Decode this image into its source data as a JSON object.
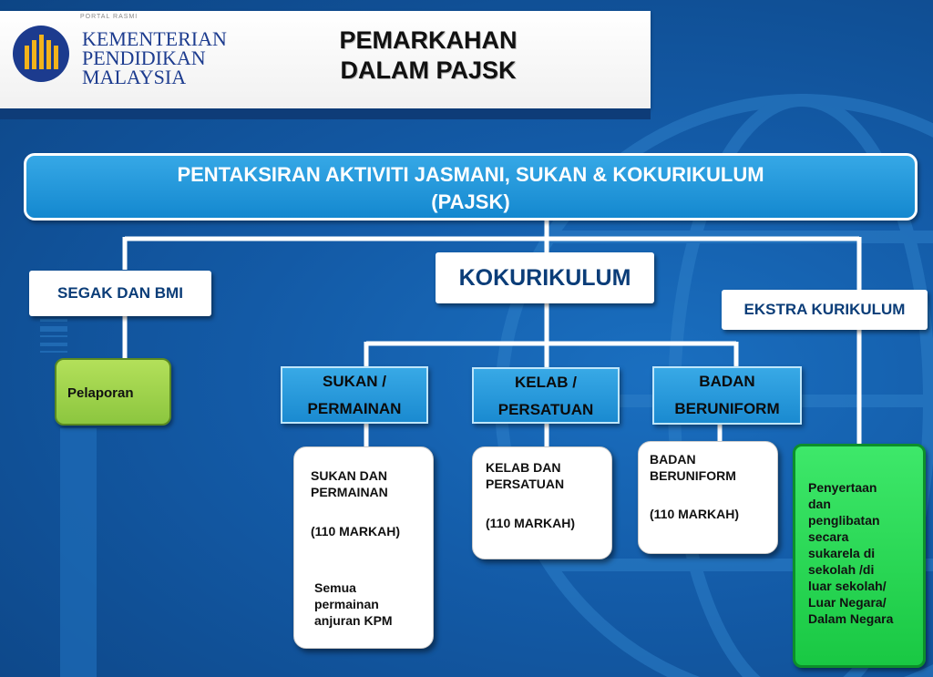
{
  "header": {
    "logo_tagline": "PORTAL RASMI",
    "logo_line1": "KEMENTERIAN",
    "logo_line2": "PENDIDIKAN",
    "logo_line3": "MALAYSIA",
    "title_line1": "PEMARKAHAN",
    "title_line2": "DALAM PAJSK"
  },
  "colors": {
    "accent_blue": "#1a8ad0",
    "header_text_blue": "#1d3c8f",
    "green": "#22d24a",
    "lime": "#99d24a"
  },
  "diagram": {
    "root_line1": "PENTAKSIRAN  AKTIVITI JASMANI,  SUKAN  &  KOKURIKULUM",
    "root_line2": "(PAJSK)",
    "segak": "SEGAK DAN BMI",
    "pelaporan": "Pelaporan",
    "kokurikulum": "KOKURIKULUM",
    "ekstra": "EKSTRA KURIKULUM",
    "sukan_box": "SUKAN  /\nPERMAINAN",
    "kelab_box": "KELAB  /\nPERSATUAN",
    "badan_box": "BADAN\nBERUNIFORM",
    "sukan_card_title": "SUKAN  DAN\nPERMAINAN",
    "sukan_card_marks": "(110 MARKAH)",
    "sukan_card_note": "Semua\npermainan\nanjuran  KPM",
    "kelab_card_title": "KELAB  DAN\nPERSATUAN",
    "kelab_card_marks": "(110  MARKAH)",
    "badan_card_title": "BADAN\nBERUNIFORM",
    "badan_card_marks": "(110  MARKAH)",
    "ekstra_card": "Penyertaan\ndan\npenglibatan\nsecara\nsukarela di\nsekolah /di\nluar sekolah/\nLuar Negara/\nDalam  Negara"
  }
}
